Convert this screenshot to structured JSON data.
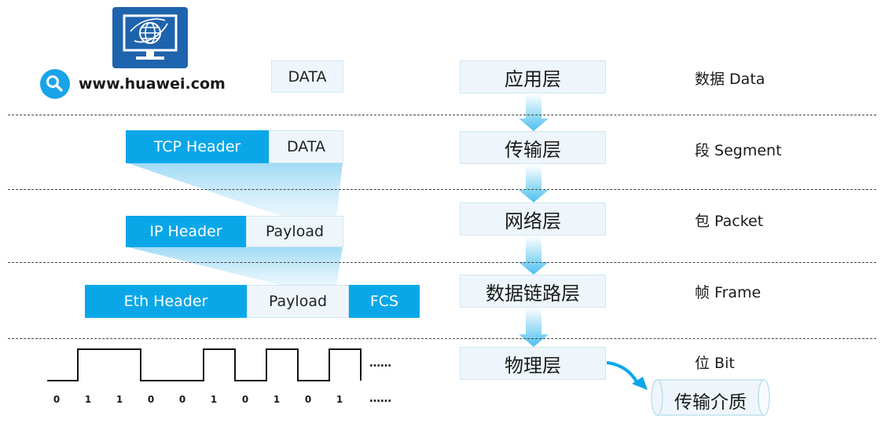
{
  "website": {
    "url": "www.huawei.com",
    "icons": [
      "monitor-globe-icon",
      "search-icon"
    ]
  },
  "layers": [
    {
      "name": "应用层",
      "unit": "数据 Data"
    },
    {
      "name": "传输层",
      "unit": "段 Segment"
    },
    {
      "name": "网络层",
      "unit": "包 Packet"
    },
    {
      "name": "数据链路层",
      "unit": "帧 Frame"
    },
    {
      "name": "物理层",
      "unit": "位 Bit"
    }
  ],
  "encapsulation": {
    "application": {
      "data": "DATA"
    },
    "transport": {
      "header": "TCP Header",
      "data": "DATA"
    },
    "network": {
      "header": "IP Header",
      "payload": "Payload"
    },
    "datalink": {
      "header": "Eth Header",
      "payload": "Payload",
      "trailer": "FCS"
    }
  },
  "physical": {
    "bits": [
      "0",
      "1",
      "1",
      "0",
      "0",
      "1",
      "0",
      "1",
      "0",
      "1"
    ],
    "ellipsis_wave": "……",
    "ellipsis_bits": "……",
    "medium": "传输介质"
  },
  "colors": {
    "header_blue": "#0aa7e8",
    "box_light": "#eef6fb",
    "arrow_blue": "#29b6ee"
  }
}
